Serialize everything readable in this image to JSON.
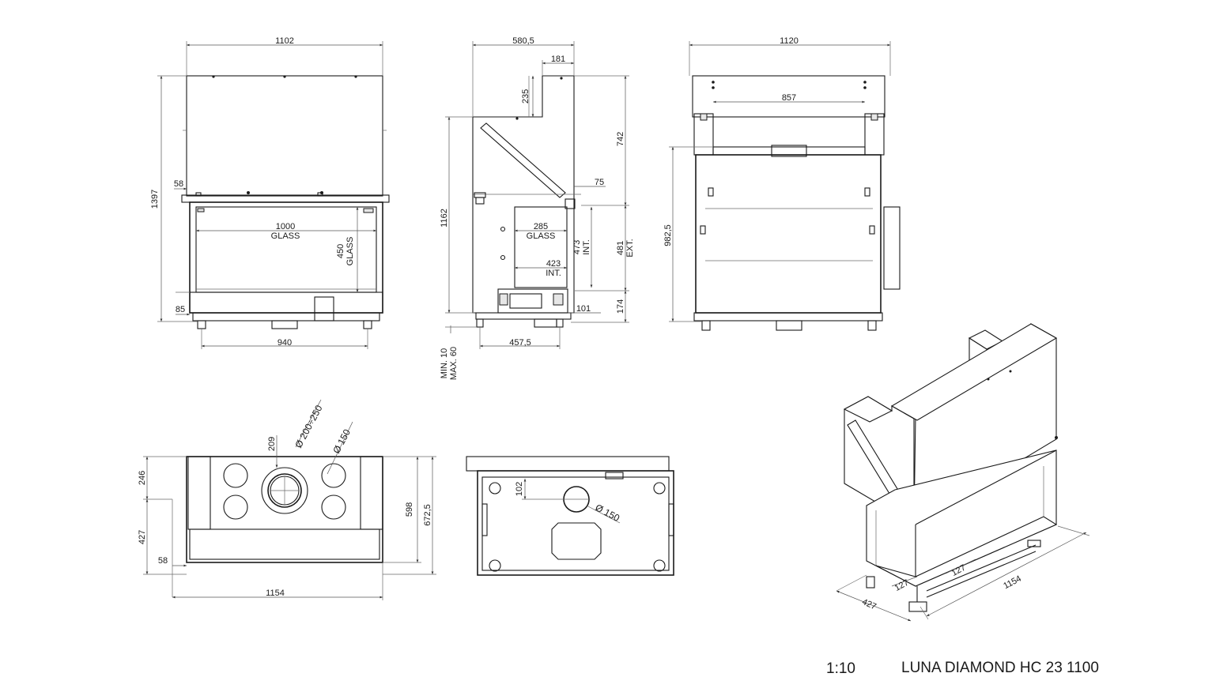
{
  "title": "LUNA DIAMOND HC 23 1100",
  "scale": "1:10",
  "front_view": {
    "width_top": "1102",
    "height_total": "1397",
    "glass_width": "1000",
    "glass_label": "GLASS",
    "glass_height": "450",
    "glass_height_label": "GLASS",
    "offset_left": "58",
    "bottom_offset": "85",
    "feet_span": "940"
  },
  "side_view": {
    "depth_top": "580,5",
    "hood_depth": "181",
    "hood_height": "235",
    "upper_height": "742",
    "offset_75": "75",
    "total_height": "1162",
    "glass_width": "285",
    "glass_label": "GLASS",
    "int_width": "423",
    "int_width_label": "INT.",
    "int_height": "473",
    "int_height_label": "INT.",
    "ext_height": "481",
    "ext_height_label": "EXT.",
    "base_height": "174",
    "offset_101": "101",
    "feet_span": "457,5",
    "min_label": "MIN. 10",
    "max_label": "MAX. 60"
  },
  "back_view": {
    "width": "1120",
    "inner_width": "857",
    "height": "982,5"
  },
  "top_view": {
    "flue_dia_big": "Ø 200÷250",
    "flue_dia_small": "Ø 150",
    "offset_209": "209",
    "depth_front": "246",
    "depth_rear": "427",
    "offset_58": "58",
    "depth_598": "598",
    "depth_total": "672,5",
    "width": "1154"
  },
  "bottom_view": {
    "offset_102": "102",
    "air_dia": "Ø 150"
  },
  "iso_view": {
    "dim_127a": "127",
    "dim_127b": "127",
    "width": "1154",
    "depth": "427"
  }
}
